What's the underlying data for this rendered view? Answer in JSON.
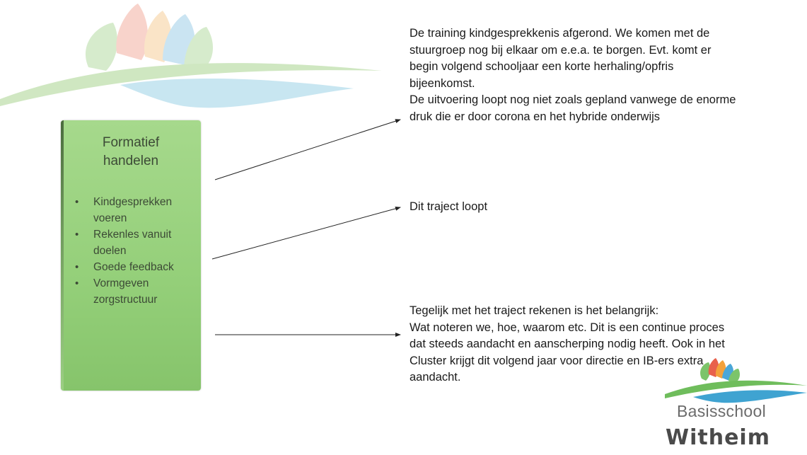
{
  "colors": {
    "card_green": "#9ad27f",
    "card_text": "#3c4a36",
    "body_text": "#1a1a1a",
    "arrow": "#222222",
    "logo_petal_red": "#f3b0a2",
    "logo_petal_orange": "#f7cf9a",
    "logo_petal_blue": "#9fcfe8",
    "logo_petal_green": "#b6dba3",
    "logo_swoosh_green": "#a9d48f",
    "logo_swoosh_blue": "#9cd2e6"
  },
  "card": {
    "title_line1": "Formatief",
    "title_line2": "handelen",
    "items": [
      "Kindgesprekken voeren",
      "Rekenles vanuit doelen",
      "Goede feedback",
      "Vormgeven zorgstructuur"
    ]
  },
  "notes": {
    "note1_line1": "De training kindgesprekkenis afgerond. We komen met de stuurgroep nog bij elkaar om e.e.a. te borgen. Evt. komt er begin volgend schooljaar een korte herhaling/opfris bijeenkomst.",
    "note1_line2": "De uitvoering loopt nog niet zoals gepland vanwege de enorme druk die er door corona en het hybride onderwijs",
    "note2": "Dit traject loopt",
    "note3_line1": "Tegelijk met het traject rekenen is het belangrijk:",
    "note3_line2": "Wat noteren we, hoe, waarom etc. Dit is een continue proces dat steeds aandacht en aanscherping nodig heeft. Ook in het Cluster krijgt dit volgend jaar voor directie en IB-ers extra aandacht."
  },
  "logo": {
    "line1": "Basisschool",
    "line2": "Witheim"
  }
}
